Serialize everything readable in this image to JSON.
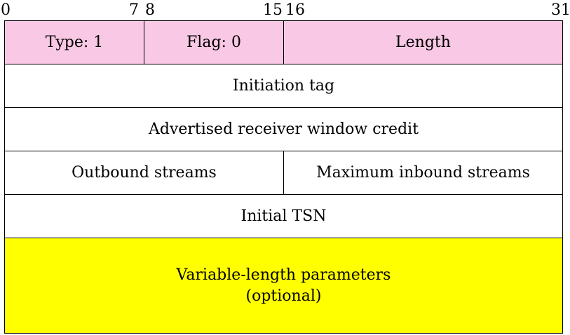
{
  "bit_labels": {
    "b0": "0",
    "b7": "7",
    "b8": "8",
    "b15": "15",
    "b16": "16",
    "b31": "31"
  },
  "rows": {
    "type": "Type: 1",
    "flag": "Flag: 0",
    "length": "Length",
    "initiation_tag": "Initiation tag",
    "a_rwnd": "Advertised receiver window credit",
    "outbound_streams": "Outbound streams",
    "max_inbound_streams": "Maximum inbound streams",
    "initial_tsn": "Initial TSN",
    "variable_params_line1": "Variable-length parameters",
    "variable_params_line2": "(optional)"
  },
  "colors": {
    "header_fill": "#f9c8e4",
    "variable_fill": "#ffff00",
    "default_fill": "#ffffff",
    "border": "#000000"
  }
}
